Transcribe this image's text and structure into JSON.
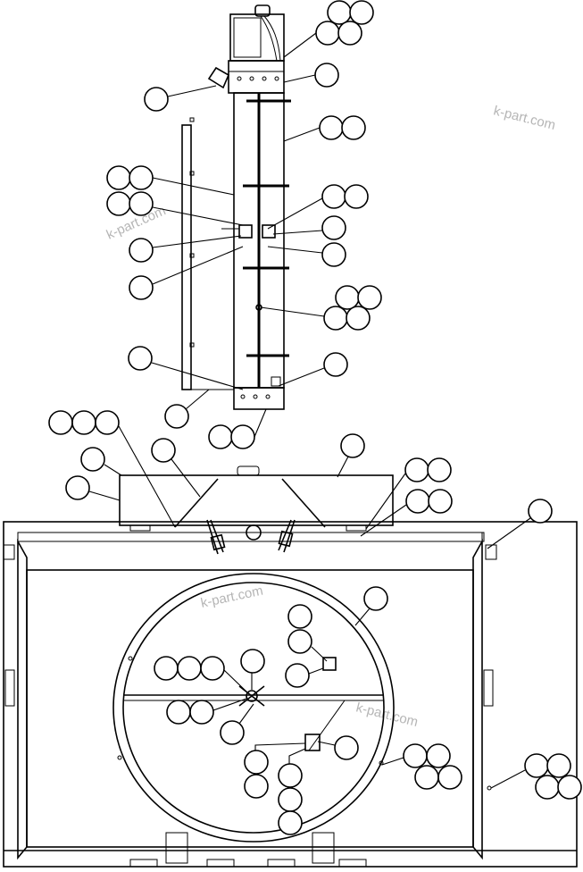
{
  "watermarks": [
    "k-part.com",
    "k-part.com",
    "k-part.com",
    "k-part.com"
  ],
  "colors": {
    "line": "#000000",
    "watermark": "#b5b5b5",
    "background": "#ffffff"
  }
}
